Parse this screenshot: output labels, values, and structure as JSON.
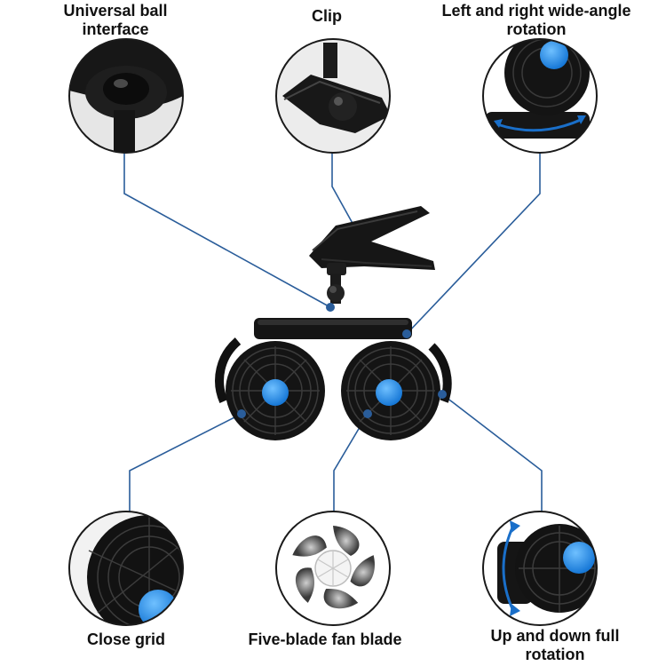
{
  "features": {
    "universal_ball": {
      "line1": "Universal ball",
      "line2": "interface"
    },
    "clip": {
      "line1": "Clip"
    },
    "rotation_lr": {
      "line1": "Left and right wide-angle",
      "line2": "rotation"
    },
    "close_grid": {
      "line1": "Close grid"
    },
    "fan_blade": {
      "line1": "Five-blade fan blade"
    },
    "rotation_ud": {
      "line1": "Up and down full",
      "line2": "rotation"
    }
  },
  "colors": {
    "connector": "#2a5d9a",
    "accent_blue": "#1a86e8",
    "product_black": "#141414",
    "circle_border": "#1a1a1a"
  }
}
